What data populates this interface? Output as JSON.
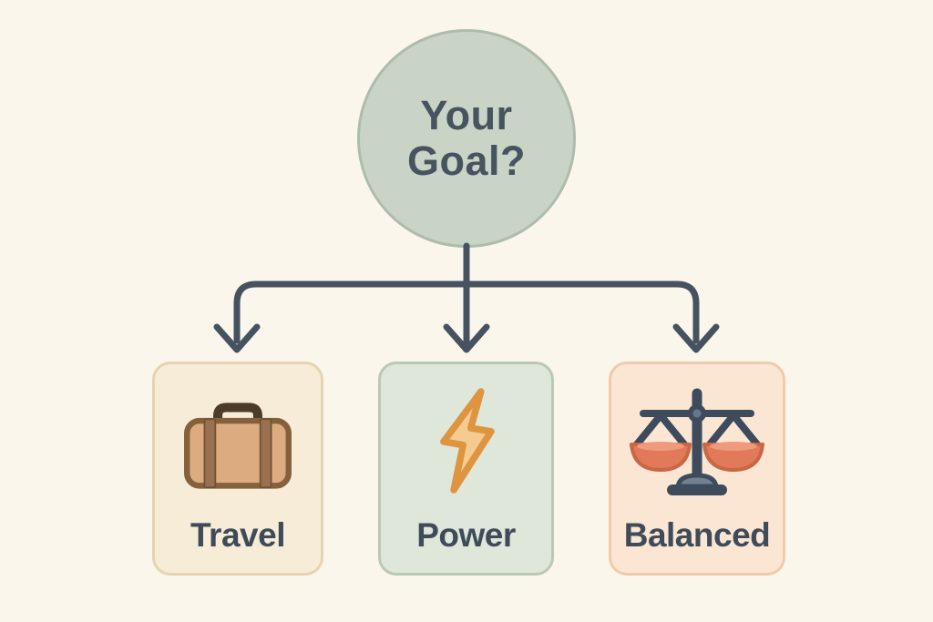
{
  "diagram": {
    "type": "flowchart",
    "root": {
      "label": "Your Goal?",
      "shape": "circle"
    },
    "options": [
      {
        "label": "Travel",
        "icon": "suitcase-icon"
      },
      {
        "label": "Power",
        "icon": "lightning-bolt-icon"
      },
      {
        "label": "Balanced",
        "icon": "balance-scale-icon"
      }
    ],
    "colors": {
      "background": "#faf6ec",
      "circle_fill": "#c9d4c6",
      "circle_border": "#aebcab",
      "connector": "#46525f",
      "heading_text": "#47535f",
      "label_text": "#3f4b59",
      "travel_card_bg": "#f6ecd7",
      "travel_card_border": "#e5d4af",
      "power_card_bg": "#dfe6da",
      "power_card_border": "#bac9b5",
      "balanced_card_bg": "#fbe6d3",
      "balanced_card_border": "#f0caac",
      "suitcase_fill": "#ddab80",
      "suitcase_outline": "#84613c",
      "suitcase_strap": "#9a7150",
      "suitcase_handle": "#4b3c2a",
      "bolt_fill": "#f5cb92",
      "bolt_outline": "#dd9540",
      "scale_frame": "#3e4b5c",
      "scale_pan_fill": "#e2795b",
      "scale_pan_outline": "#c96744",
      "scale_base_dome": "#72838f"
    }
  }
}
